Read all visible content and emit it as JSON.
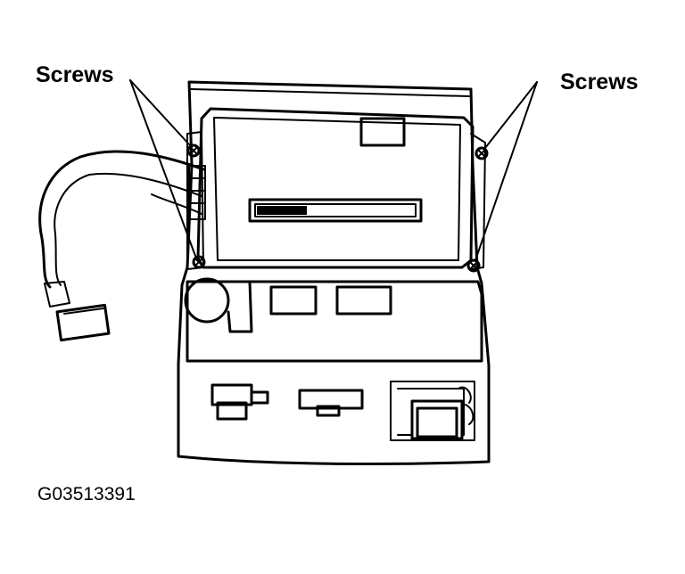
{
  "labels": {
    "screws_left": "Screws",
    "screws_right": "Screws",
    "figure_id": "G03513391"
  },
  "colors": {
    "ink": "#000000",
    "paper": "#ffffff"
  }
}
